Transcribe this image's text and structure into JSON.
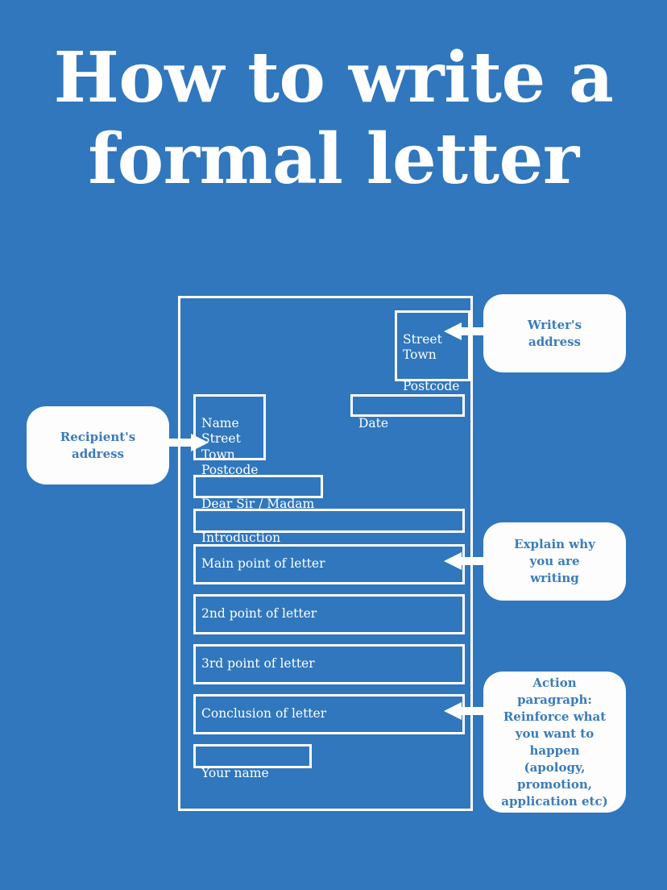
{
  "page": {
    "background_color": "#3077bd",
    "text_color": "#ffffff",
    "callout_text_color": "#3b7cb9",
    "callout_background": "#fdfdfd"
  },
  "title": {
    "line1": "How to write a",
    "line2": "formal letter"
  },
  "letter": {
    "fields": {
      "writer_address": "Street\nTown\n\nPostcode",
      "recipient_address": "Name\nStreet\nTown\nPostcode",
      "date": "Date",
      "salutation": "Dear Sir / Madam",
      "introduction": "Introduction",
      "main_point": "Main point of letter",
      "second_point": "2nd point of letter",
      "third_point": "3rd point of letter",
      "conclusion": "Conclusion of letter",
      "your_name": "Your name"
    }
  },
  "callouts": {
    "writer": {
      "label": "Writer's\naddress",
      "points_to": "writer_address",
      "direction": "left",
      "icon": "arrow-left-icon"
    },
    "recipient": {
      "label": "Recipient's\naddress",
      "points_to": "recipient_address",
      "direction": "right",
      "icon": "arrow-right-icon"
    },
    "explain": {
      "label": "Explain why\nyou are\nwriting",
      "points_to": "main_point",
      "direction": "left",
      "icon": "arrow-left-icon"
    },
    "action": {
      "label": "Action\nparagraph:\nReinforce what\nyou want to happen\n(apology, promotion,\napplication etc)",
      "points_to": "conclusion",
      "direction": "left",
      "icon": "arrow-left-icon"
    }
  }
}
